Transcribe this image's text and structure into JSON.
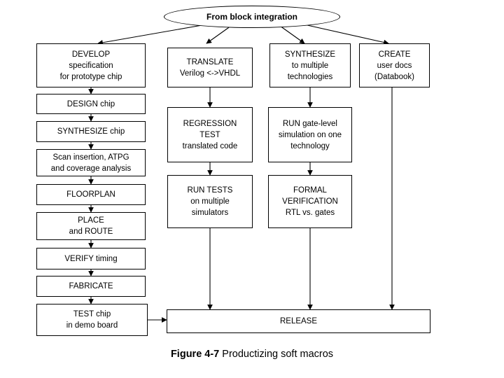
{
  "figure": {
    "caption_bold": "Figure 4-7",
    "caption_rest": " Productizing soft macros"
  },
  "start": {
    "label": "From block integration"
  },
  "nodes": {
    "develop": "DEVELOP\nspecification\nfor prototype chip",
    "design": "DESIGN chip",
    "synthesize_chip": "SYNTHESIZE chip",
    "scan": "Scan insertion, ATPG\nand coverage analysis",
    "floorplan": "FLOORPLAN",
    "place": "PLACE\nand ROUTE",
    "verify": "VERIFY timing",
    "fabricate": "FABRICATE",
    "test_chip": "TEST chip\nin demo board",
    "translate": "TRANSLATE\nVerilog <->VHDL",
    "regression": "REGRESSION\nTEST\ntranslated code",
    "run_tests": "RUN TESTS\non multiple\nsimulators",
    "synthesize_multi": "SYNTHESIZE\nto multiple\ntechnologies",
    "run_gate": "RUN gate-level\nsimulation on one\ntechnology",
    "formal": "FORMAL\nVERIFICATION\nRTL vs. gates",
    "create_docs": "CREATE\nuser docs\n(Databook)",
    "release": "RELEASE"
  },
  "colors": {
    "stroke": "#000000",
    "fill": "#ffffff",
    "text": "#000000"
  }
}
